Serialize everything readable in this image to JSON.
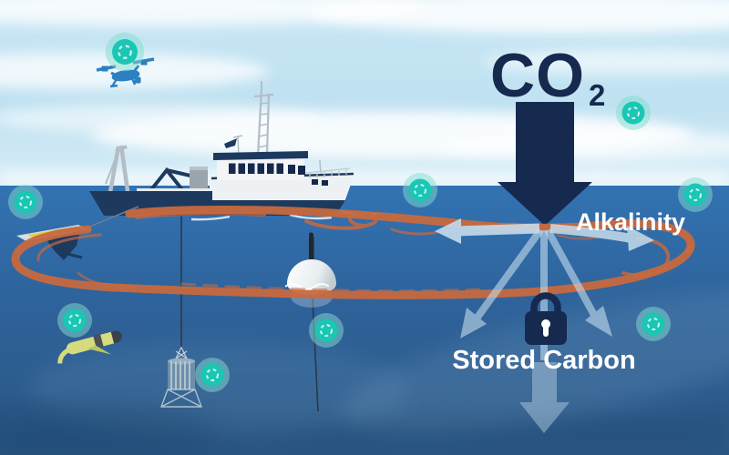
{
  "title": "Ocean alkalinity enhancement and carbon storage illustration",
  "labels": {
    "co2_main": "CO",
    "co2_sub": "2",
    "alkalinity": "Alkalinity",
    "stored_carbon": "Stored Carbon"
  },
  "colors": {
    "navy": "#16294e",
    "ship_navy": "#1d3a5e",
    "plume_orange": "#c7693f",
    "sensor_teal": "#1ac6b4",
    "sensor_halo": "rgba(129,221,208,0.5)",
    "arrow_light_blue": "#c5dcec",
    "ocean_top": "#3273b2",
    "ocean_bottom": "#2c5885",
    "sky": "#cde9f6",
    "drone_blue": "#2c80c2",
    "glider_yellow": "#d6db80"
  },
  "icons": {
    "sensor": "sensor-ring-icon",
    "lock": "lock-icon",
    "co2_arrow": "co2-down-arrow-icon"
  },
  "sensors": {
    "count": 9,
    "positions": [
      [
        137,
        57,
        1.12
      ],
      [
        28,
        222,
        1
      ],
      [
        461,
        209,
        1
      ],
      [
        695,
        124,
        1
      ],
      [
        763,
        214,
        1
      ],
      [
        82,
        352,
        1
      ],
      [
        233,
        412,
        1
      ],
      [
        358,
        363,
        1
      ],
      [
        717,
        356,
        1
      ]
    ]
  },
  "scene_elements": [
    "aerial-drone",
    "research-vessel",
    "wave-glider",
    "underwater-glider",
    "ctd-rosette",
    "surface-buoy",
    "alkalinity-plume",
    "dispersal-arrows",
    "carbon-lock"
  ]
}
